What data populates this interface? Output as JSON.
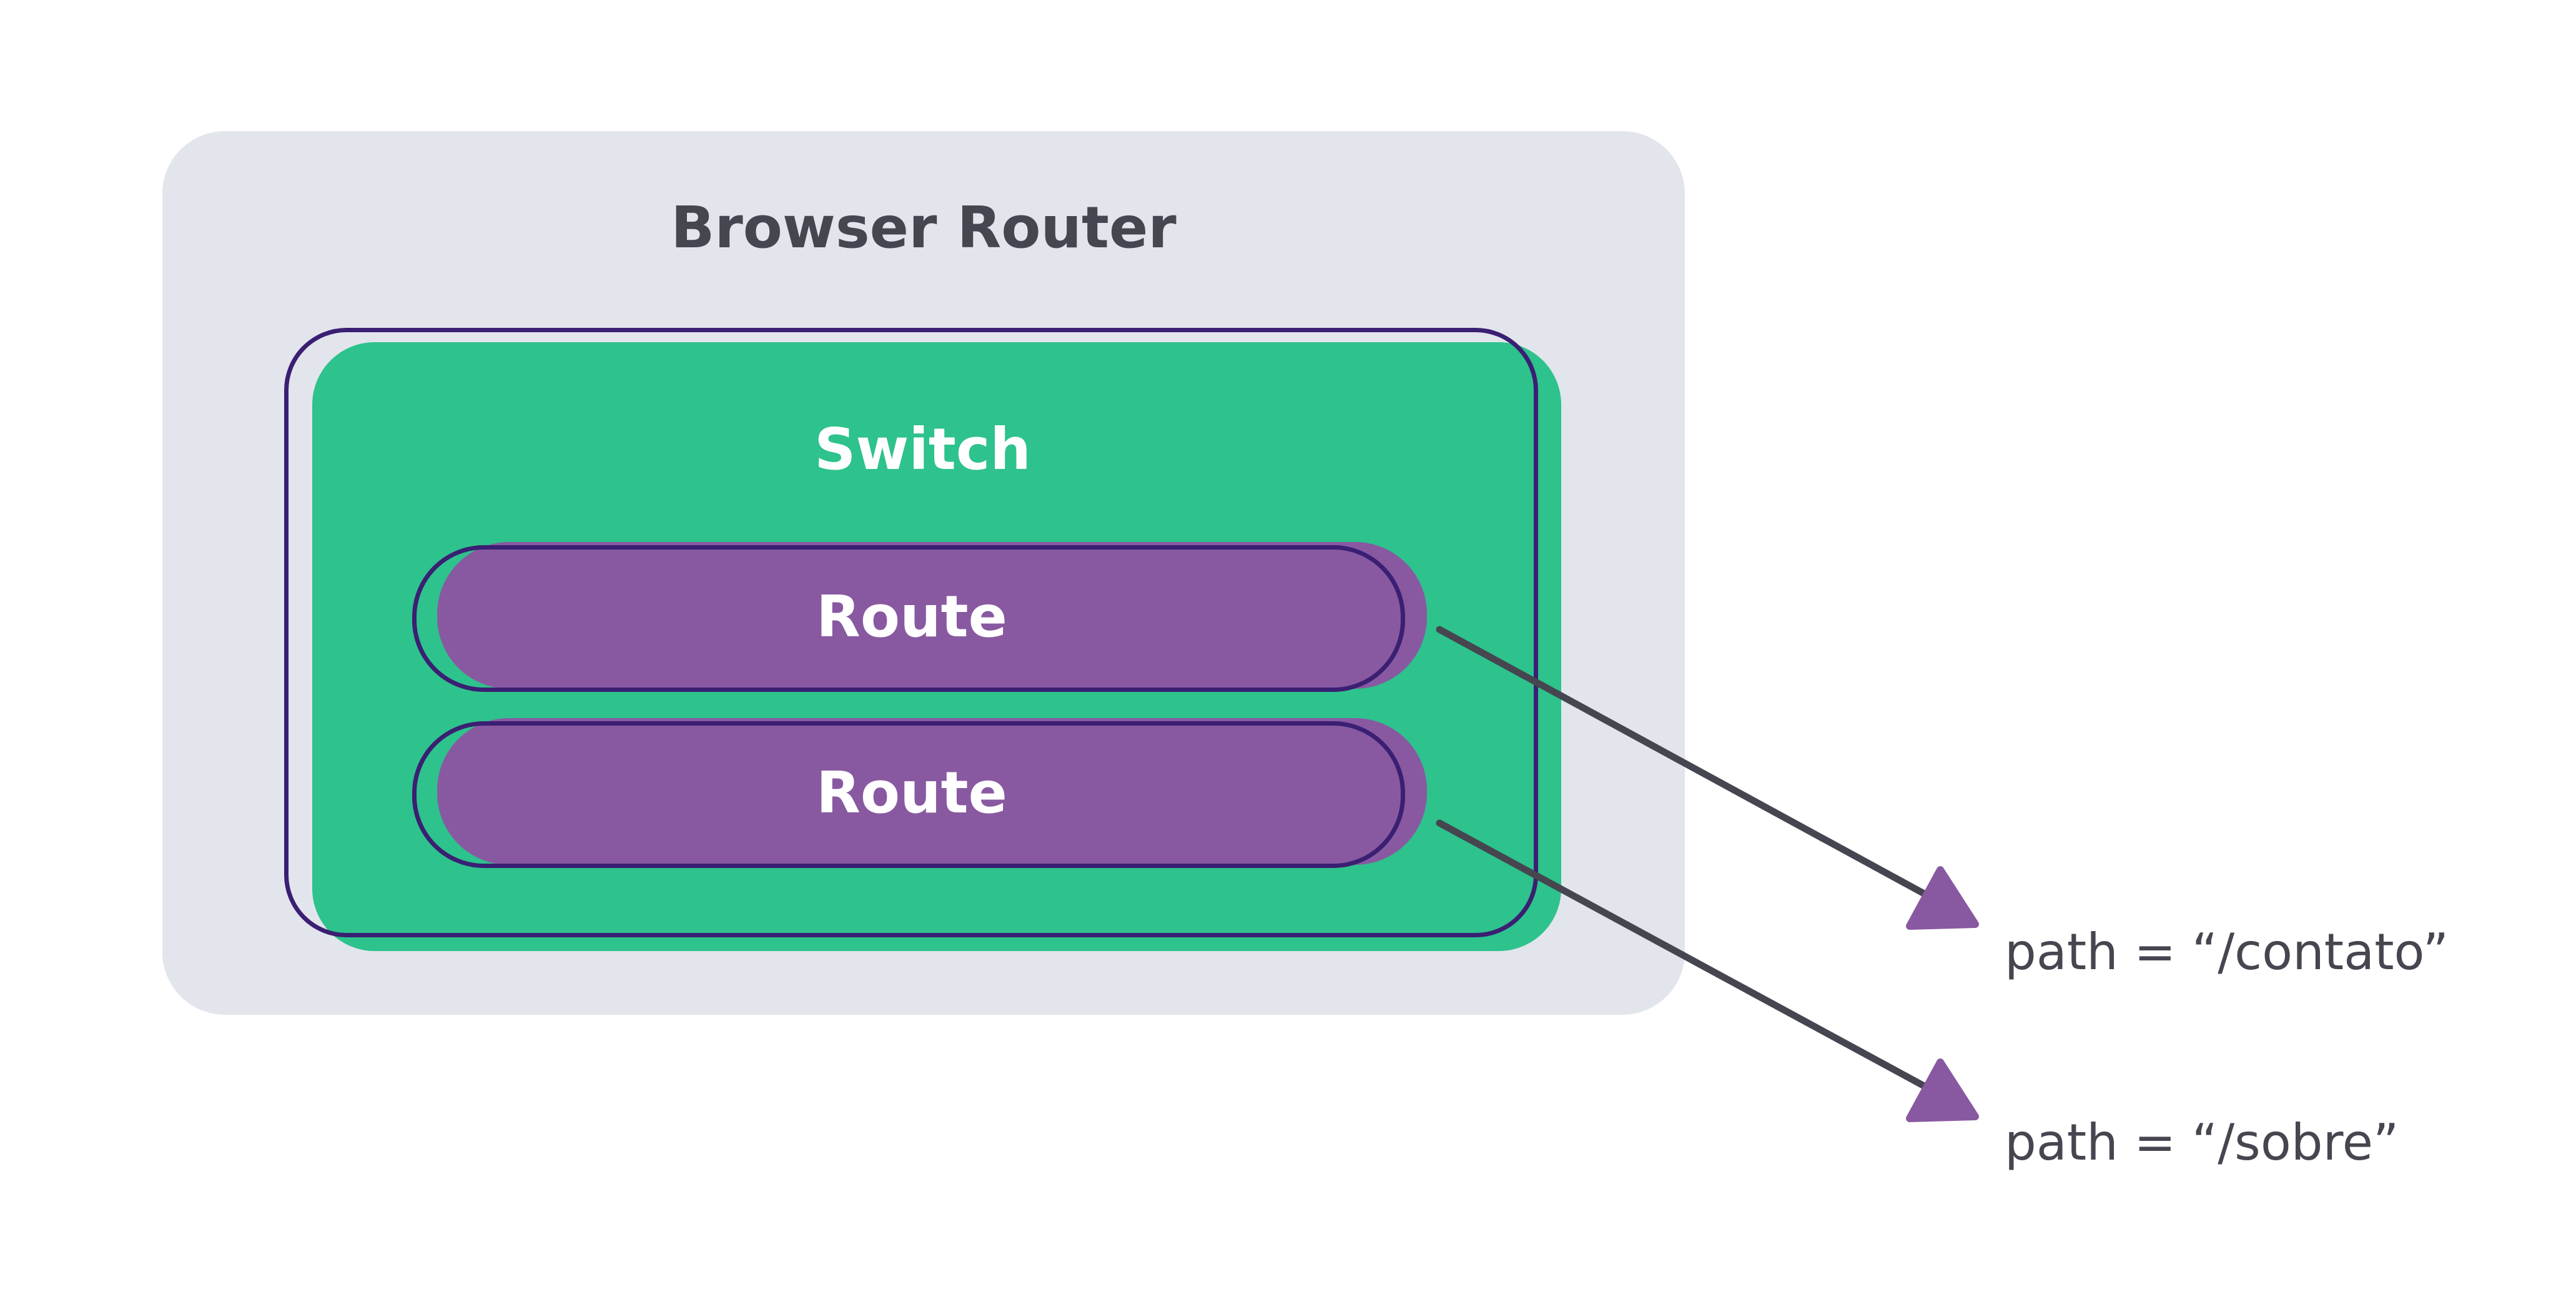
{
  "browser_router": {
    "title": "Browser Router"
  },
  "switch": {
    "title": "Switch"
  },
  "routes": [
    {
      "label": "Route",
      "path": "path = “/contato”"
    },
    {
      "label": "Route",
      "path": "path = “/sobre”"
    }
  ],
  "colors": {
    "router_bg": "#e2e5ec",
    "switch_bg": "#2ec28c",
    "route_bg": "#8859a1",
    "outline": "#3a1f73",
    "arrow": "#454650",
    "arrow_head": "#8859a1",
    "text_dark": "#454650",
    "text_light": "#ffffff"
  }
}
